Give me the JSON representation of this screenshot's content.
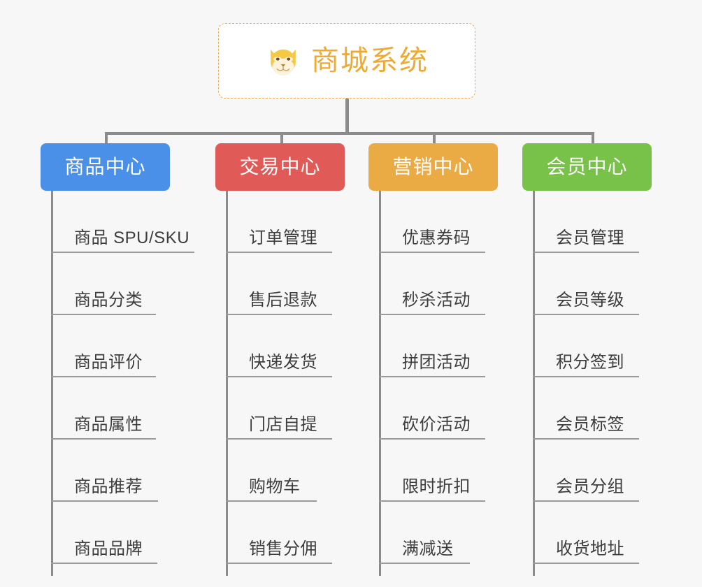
{
  "page": {
    "background_color": "#f7f7f7",
    "title": "商城系统"
  },
  "root": {
    "label": "商城系统",
    "icon": "shiba-dog-face-icon",
    "text_color": "#edab35",
    "border_color": "#f0ad4e",
    "background_color": "#ffffff"
  },
  "connector_color": "#8c8c8c",
  "columns": [
    {
      "label": "商品中心",
      "color": "#4a90e8",
      "items": [
        {
          "label": "商品 SPU/SKU",
          "underline_width": 205
        },
        {
          "label": "商品分类",
          "underline_width": 150
        },
        {
          "label": "商品评价",
          "underline_width": 150
        },
        {
          "label": "商品属性",
          "underline_width": 150
        },
        {
          "label": "商品推荐",
          "underline_width": 153
        },
        {
          "label": "商品品牌",
          "underline_width": 152
        }
      ]
    },
    {
      "label": "交易中心",
      "color": "#e05a57",
      "items": [
        {
          "label": "订单管理",
          "underline_width": 152
        },
        {
          "label": "售后退款",
          "underline_width": 152
        },
        {
          "label": "快递发货",
          "underline_width": 152
        },
        {
          "label": "门店自提",
          "underline_width": 152
        },
        {
          "label": "购物车",
          "underline_width": 130
        },
        {
          "label": "销售分佣",
          "underline_width": 152
        }
      ]
    },
    {
      "label": "营销中心",
      "color": "#eaab44",
      "items": [
        {
          "label": "优惠券码",
          "underline_width": 152
        },
        {
          "label": "秒杀活动",
          "underline_width": 152
        },
        {
          "label": "拼团活动",
          "underline_width": 152
        },
        {
          "label": "砍价活动",
          "underline_width": 152
        },
        {
          "label": "限时折扣",
          "underline_width": 152
        },
        {
          "label": "满减送",
          "underline_width": 130
        }
      ]
    },
    {
      "label": "会员中心",
      "color": "#79c council",
      "items": []
    }
  ]
}
